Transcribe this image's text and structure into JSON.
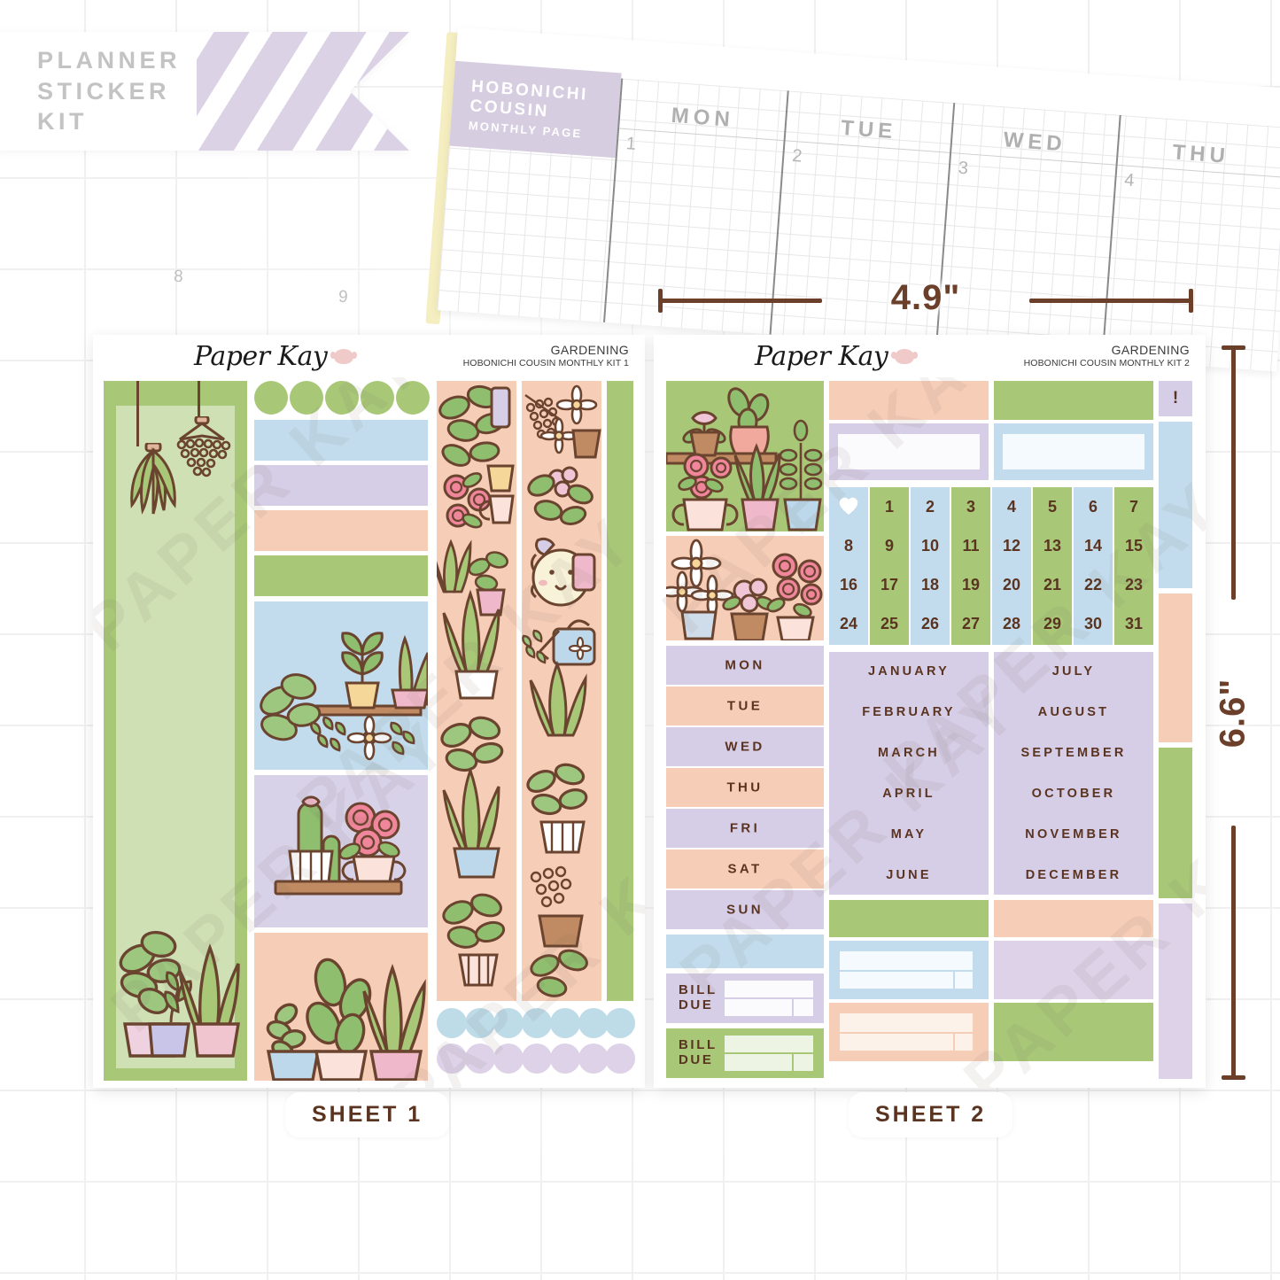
{
  "banner": {
    "line1": "PLANNER",
    "line2": "STICKER",
    "line3": "KIT",
    "ribbon_color": "#dcd2e6",
    "text_color": "#c3c3c3"
  },
  "planner_preview": {
    "tab_line1": "HOBONICHI",
    "tab_line2": "COUSIN",
    "tab_line3": "MONTHLY PAGE",
    "tab_color": "#d6cde0",
    "columns": [
      {
        "day": "MON",
        "date": "1"
      },
      {
        "day": "TUE",
        "date": "2"
      },
      {
        "day": "WED",
        "date": "3"
      },
      {
        "day": "THU",
        "date": "4"
      }
    ],
    "left_margin_numbers": [
      "8",
      "9"
    ]
  },
  "dimensions": {
    "width_label": "4.9\"",
    "height_label": "6.6\"",
    "line_color": "#6b3f2a"
  },
  "brand": {
    "name": "Paper Kay",
    "blob_color": "#f0c9c9"
  },
  "watermark_text": "PAPER KAY",
  "sheets": [
    {
      "label": "SHEET 1",
      "kit_title": "GARDENING",
      "kit_sub": "HOBONICHI COUSIN MONTHLY KIT 1"
    },
    {
      "label": "SHEET 2",
      "kit_title": "GARDENING",
      "kit_sub": "HOBONICHI COUSIN MONTHLY KIT 2"
    }
  ],
  "palette": {
    "green": "#a8c878",
    "green_light": "#cfe0b4",
    "blue": "#c2dced",
    "blue_light": "#dcebf4",
    "lavender": "#d6cde6",
    "lavender_light": "#e4dcee",
    "peach": "#f6cdb6",
    "peach_light": "#fadfce",
    "ink": "#5a3420",
    "outline": "#6b4430"
  },
  "sheet2": {
    "calendar": {
      "heart_icon": "heart-icon",
      "dates": [
        "1",
        "2",
        "3",
        "4",
        "5",
        "6",
        "7",
        "8",
        "9",
        "10",
        "11",
        "12",
        "13",
        "14",
        "15",
        "16",
        "17",
        "18",
        "19",
        "20",
        "21",
        "22",
        "23",
        "24",
        "25",
        "26",
        "27",
        "28",
        "29",
        "30",
        "31"
      ],
      "column_colors": [
        "#c2dced",
        "#a8c878",
        "#c2dced",
        "#a8c878",
        "#c2dced",
        "#a8c878",
        "#c2dced",
        "#a8c878"
      ]
    },
    "weekdays": [
      "MON",
      "TUE",
      "WED",
      "THU",
      "FRI",
      "SAT",
      "SUN"
    ],
    "weekday_colors": [
      "#d6cde6",
      "#f6cdb6",
      "#d6cde6",
      "#f6cdb6",
      "#d6cde6",
      "#f6cdb6",
      "#d6cde6"
    ],
    "months_left": [
      "JANUARY",
      "FEBRUARY",
      "MARCH",
      "APRIL",
      "MAY",
      "JUNE"
    ],
    "months_right": [
      "JULY",
      "AUGUST",
      "SEPTEMBER",
      "OCTOBER",
      "NOVEMBER",
      "DECEMBER"
    ],
    "bill_due": [
      {
        "line1": "BILL",
        "line2": "DUE",
        "color": "#d6cde6"
      },
      {
        "line1": "BILL",
        "line2": "DUE",
        "color": "#a8c878"
      }
    ],
    "alert_sticker": "!",
    "flag_strip_colors": [
      "#d6cde6",
      "#c2dced",
      "#f6cdb6",
      "#a8c878",
      "#d6cde6"
    ]
  },
  "sheet1": {
    "header_bar_colors": [
      "#c2dced",
      "#d6cde6",
      "#f6cdb6",
      "#a8c878"
    ],
    "dot_row_green": "#a8c878",
    "dot_row_blue": "#bedbe8",
    "dot_row_lavender": "#ddd2e8",
    "washi_green": "#cfe0b4",
    "washi_peach": "#f6cdb6"
  }
}
